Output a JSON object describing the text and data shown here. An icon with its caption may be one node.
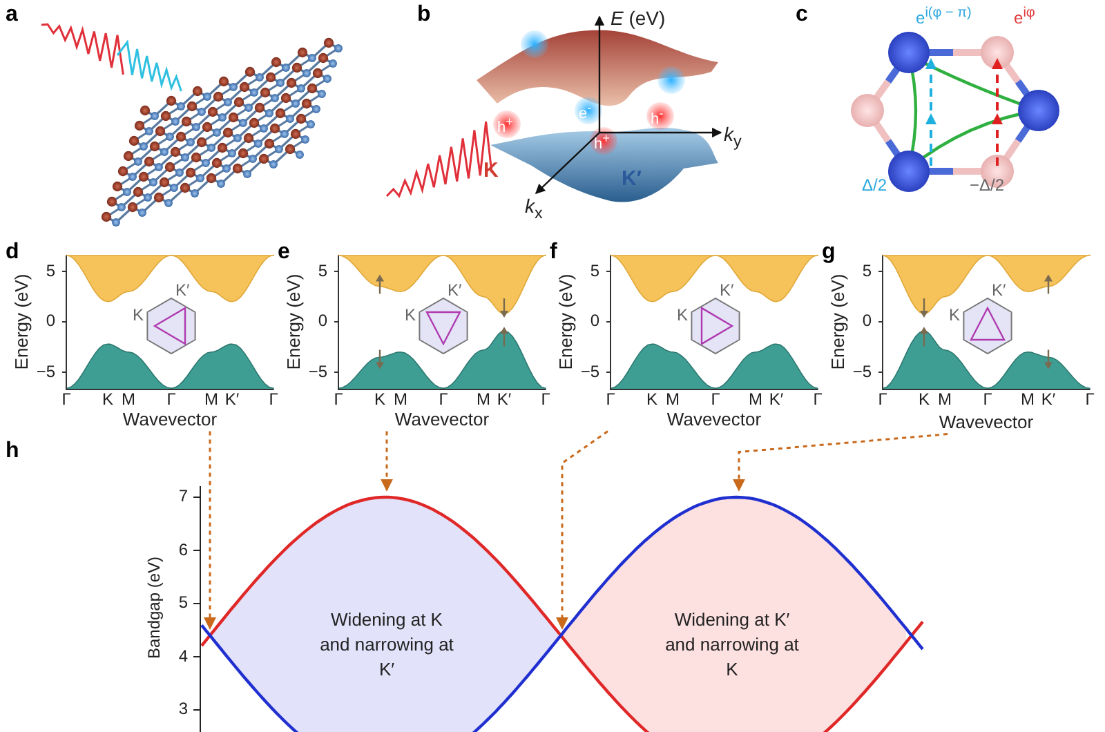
{
  "diagram": {
    "nodes": [
      {
        "text": [
          "Wavevector"
        ]
      },
      {
        "text": [
          "Wavevector"
        ]
      },
      {
        "text": [
          "Wavevector"
        ]
      },
      {
        "text": [
          "Wavevector"
        ]
      },
      {
        "text": [
          "Widening at K and narrowing at K′"
        ]
      },
      {
        "text": [
          "Widening at K′ and narrowing at K"
        ]
      }
    ],
    "edges": [
      {
        "from": 0,
        "to": 4,
        "arrow": "to",
        "style": "dashed"
      },
      {
        "from": 1,
        "to": 4,
        "arrow": "to",
        "style": "dashed"
      },
      {
        "from": 2,
        "to": 5,
        "arrow": "to",
        "style": "dashed"
      },
      {
        "from": 3,
        "to": 5,
        "arrow": "to",
        "style": "dashed"
      }
    ],
    "labels": [
      "a",
      "b",
      "*E* (eV)",
      "*k*$_{y}$",
      "*k*$_{x}$",
      "K",
      "K′",
      "h$^{+}$",
      "e$^{-}$",
      "h$^{-}$",
      "h$^{+}$",
      "c",
      "e$^{i(φ − π)}$",
      "e$^{iφ}$",
      "Δ/2",
      "−Δ/2",
      "d",
      "5",
      "0",
      "−5",
      "Energy (eV)",
      "K′",
      "K",
      "Γ",
      "K",
      "M",
      "Γ",
      "M",
      "K′",
      "Γ",
      "e",
      "5",
      "0",
      "−5",
      "Energy (eV)",
      "K′",
      "K",
      "Γ",
      "K",
      "M",
      "Γ",
      "M",
      "K′",
      "Γ",
      "f",
      "5",
      "0",
      "−5",
      "Energy (eV)",
      "K′",
      "K",
      "Γ",
      "K",
      "M",
      "Γ",
      "M",
      "K′",
      "Γ",
      "g",
      "5",
      "0",
      "−5",
      "Energy (eV)",
      "K′",
      "K",
      "Γ",
      "K",
      "M",
      "Γ",
      "M",
      "K′",
      "Γ",
      "h",
      "7",
      "6",
      "5",
      "4",
      "3",
      "Bandgap (eV)"
    ]
  }
}
